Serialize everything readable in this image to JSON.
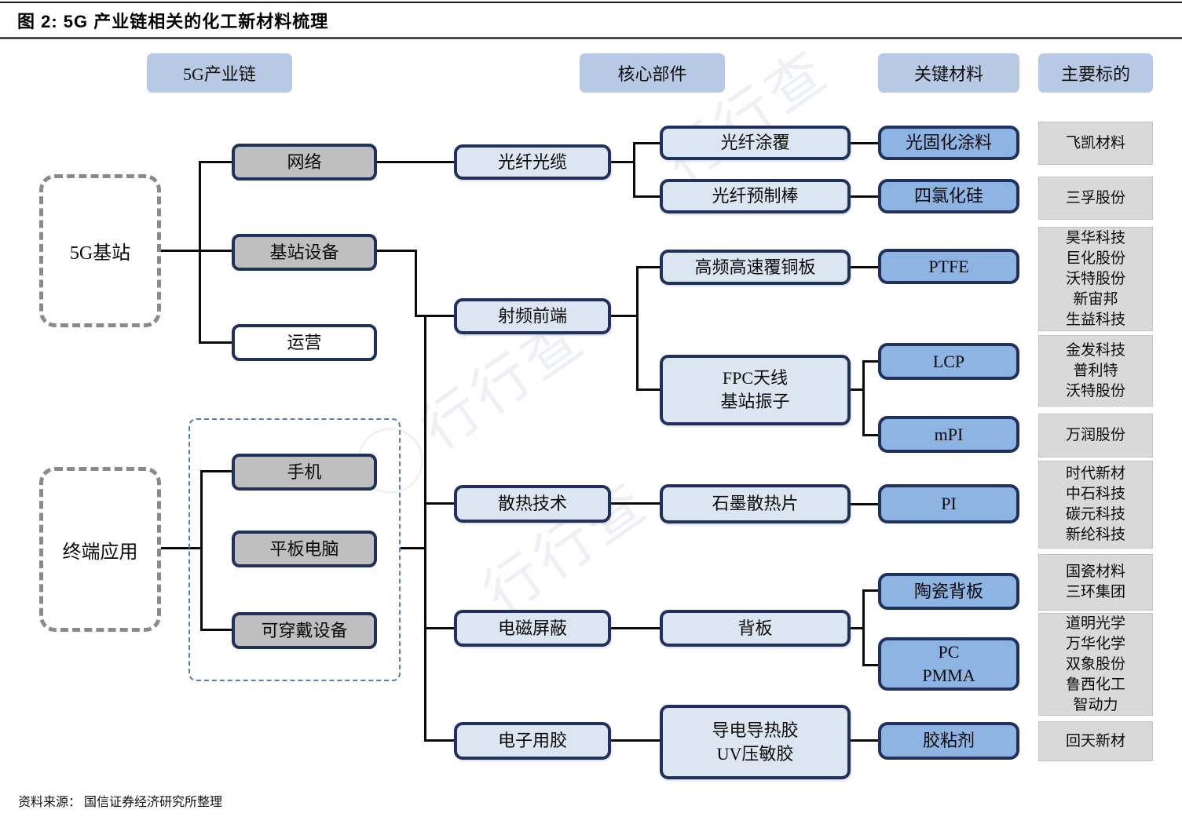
{
  "title": "图 2:  5G 产业链相关的化工新材料梳理",
  "source": "资料来源： 国信证券经济研究所整理",
  "watermark": "行行查",
  "headers": {
    "industry_chain": "5G产业链",
    "core_components": "核心部件",
    "key_materials": "关键材料",
    "main_targets": "主要标的"
  },
  "chain": {
    "base_station": "5G基站",
    "terminal": "终端应用",
    "network": "网络",
    "station_equipment": "基站设备",
    "operation": "运营",
    "phone": "手机",
    "tablet": "平板电脑",
    "wearable": "可穿戴设备"
  },
  "components": {
    "fiber_cable": "光纤光缆",
    "rf_frontend": "射频前端",
    "cooling": "散热技术",
    "emi_shielding": "电磁屏蔽",
    "electronic_glue": "电子用胶",
    "fiber_coating": "光纤涂覆",
    "fiber_preform": "光纤预制棒",
    "ccl": "高频高速覆铜板",
    "fpc_antenna": [
      "FPC天线",
      "基站振子"
    ],
    "graphite_sheet": "石墨散热片",
    "backplane": "背板",
    "conductive_glue": [
      "导电导热胶",
      "UV压敏胶"
    ]
  },
  "materials": {
    "uv_coating": "光固化涂料",
    "sicl4": "四氯化硅",
    "ptfe": "PTFE",
    "lcp": "LCP",
    "mpi": "mPI",
    "pi": "PI",
    "ceramic_back": "陶瓷背板",
    "pc_pmma": [
      "PC",
      "PMMA"
    ],
    "adhesive": "胶粘剂"
  },
  "targets": [
    {
      "lines": [
        "飞凯材料"
      ]
    },
    {
      "lines": [
        "三孚股份"
      ]
    },
    {
      "lines": [
        "昊华科技",
        "巨化股份",
        "沃特股份",
        "新宙邦",
        "生益科技"
      ]
    },
    {
      "lines": [
        "金发科技",
        "普利特",
        "沃特股份"
      ]
    },
    {
      "lines": [
        "万润股份"
      ]
    },
    {
      "lines": [
        "时代新材",
        "中石科技",
        "碳元科技",
        "新纶科技"
      ]
    },
    {
      "lines": [
        "国瓷材料",
        "三环集团"
      ]
    },
    {
      "lines": [
        "道明光学",
        "万华化学",
        "双象股份",
        "鲁西化工",
        "智动力"
      ]
    },
    {
      "lines": [
        "回天新材"
      ]
    }
  ]
}
